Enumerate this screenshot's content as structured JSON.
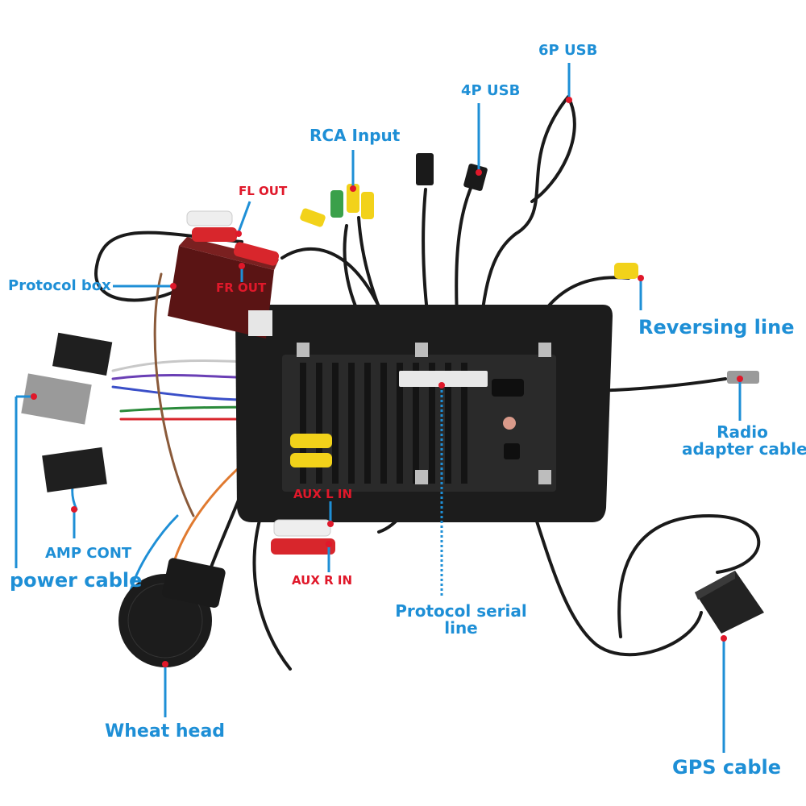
{
  "labels": {
    "usb6p": "6P USB",
    "usb4p": "4P USB",
    "rca_input": "RCA Input",
    "fl_out": "FL OUT",
    "fr_out": "FR OUT",
    "protocol_box": "Protocol box",
    "reversing_line": "Reversing line",
    "radio_adapter_line1": "Radio",
    "radio_adapter_line2": "adapter cable",
    "aux_l_in": "AUX L IN",
    "aux_r_in": "AUX R IN",
    "amp_cont": "AMP CONT",
    "power_cable": "power cable",
    "protocol_serial_line1": "Protocol serial",
    "protocol_serial_line2": "line",
    "wheat_head": "Wheat head",
    "gps_cable": "GPS cable"
  },
  "colors": {
    "label_blue": "#1e8fd6",
    "label_red": "#e0182a",
    "unit_body": "#1c1c1c",
    "protocol_box": "#5a1414",
    "rca_yellow": "#f2d21a",
    "rca_red": "#d8262c",
    "rca_white": "#eeeeee"
  }
}
